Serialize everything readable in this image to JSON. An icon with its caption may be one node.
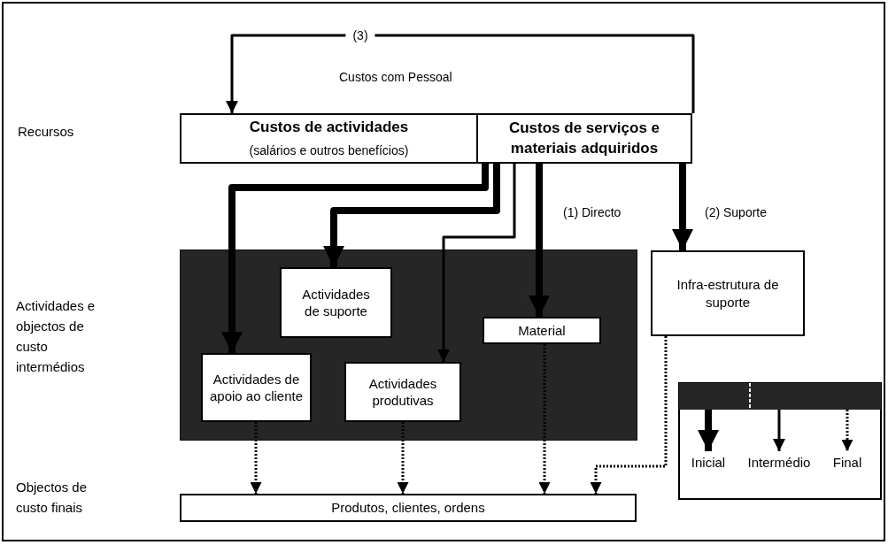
{
  "diagram": {
    "nodes": [
      {
        "text": [
          "Custos de actividades",
          "(salários e outros benefícios)"
        ]
      },
      {
        "text": [
          "Custos de serviços e materiais adquiridos"
        ]
      },
      {
        "text": [],
        "shape": "box"
      },
      {
        "text": [
          "Actividades de suporte"
        ],
        "in": 2
      },
      {
        "text": [
          "Actividades de apoio ao cliente"
        ],
        "in": 2
      },
      {
        "text": [
          "Actividades produtivas"
        ],
        "in": 2
      },
      {
        "text": [
          "Material"
        ],
        "in": 2
      },
      {
        "text": [
          "Infra-estrutura de suporte"
        ]
      },
      {
        "text": [
          "Produtos, clientes, ordens"
        ]
      }
    ],
    "edges": [
      {
        "from": 1,
        "to": 0,
        "arrow": "to",
        "label": "(3)"
      },
      {
        "from": 1,
        "to": 4,
        "arrow": "to",
        "style": "thick"
      },
      {
        "from": 1,
        "to": 3,
        "arrow": "to",
        "style": "thick"
      },
      {
        "from": 1,
        "to": 5,
        "arrow": "to"
      },
      {
        "from": 1,
        "to": 6,
        "arrow": "to",
        "style": "thick",
        "label": "(1) Directo"
      },
      {
        "from": 1,
        "to": 7,
        "arrow": "to",
        "style": "thick",
        "label": "(2) Suporte"
      },
      {
        "from": 4,
        "to": 8,
        "arrow": "to",
        "style": "dashed"
      },
      {
        "from": 5,
        "to": 8,
        "arrow": "to",
        "style": "dashed"
      },
      {
        "from": 6,
        "to": 8,
        "arrow": "to",
        "style": "dashed"
      },
      {
        "from": 7,
        "to": 8,
        "arrow": "to",
        "style": "dashed"
      }
    ],
    "labels": [
      "Custos com Pessoal",
      "Recursos",
      "Actividades e objectos de custo intermédios",
      "Objectos de custo finais"
    ],
    "legend": [
      {
        "text": "Inicial"
      },
      {
        "text": "Intermédio"
      },
      {
        "text": "Final"
      }
    ]
  }
}
